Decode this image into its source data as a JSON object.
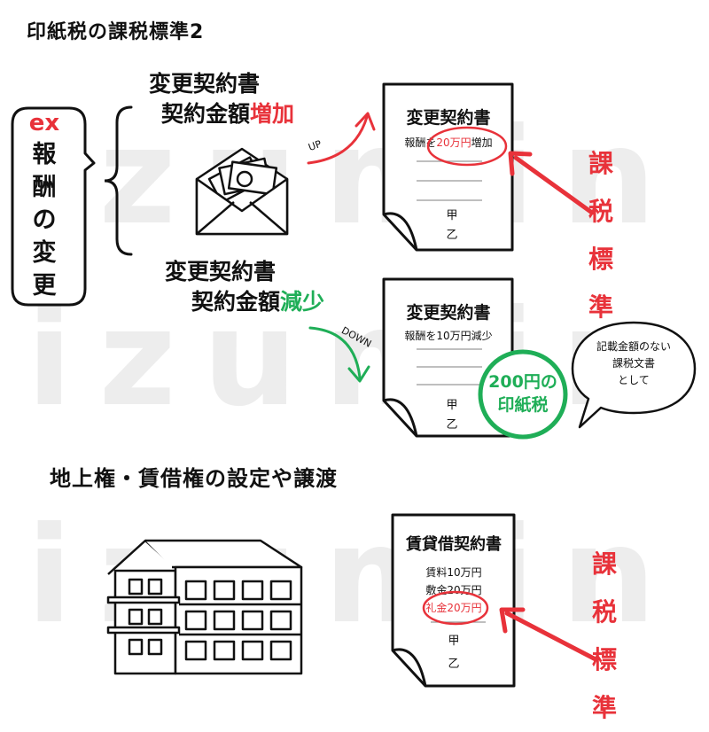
{
  "watermark": "izumin",
  "title": "印紙税の課税標準2",
  "ex_box": {
    "ex": "ex",
    "chars": [
      "報",
      "酬",
      "の",
      "変",
      "更"
    ]
  },
  "increase": {
    "line1": "変更契約書",
    "line2_prefix": "契約金額",
    "line2_em": "増加",
    "arrow_label": "UP"
  },
  "decrease": {
    "line1": "変更契約書",
    "line2_prefix": "契約金額",
    "line2_em": "減少",
    "arrow_label": "DOWN"
  },
  "doc1": {
    "title": "変更契約書",
    "line_prefix": "報酬を",
    "line_em": "20万円",
    "line_suffix": "増加",
    "party_a": "甲",
    "party_b": "乙"
  },
  "doc2": {
    "title": "変更契約書",
    "line": "報酬を10万円減少",
    "party_a": "甲",
    "party_b": "乙"
  },
  "stamp": {
    "line1": "200円の",
    "line2": "印紙税"
  },
  "bubble": {
    "line1": "記載金額のない",
    "line2": "課税文書",
    "line3": "として"
  },
  "tax_base_label_1": "課税標準",
  "section2_title": "地上権・賃借権の設定や譲渡",
  "doc3": {
    "title": "賃貸借契約書",
    "line1": "賃料10万円",
    "line2": "敷金20万円",
    "line3": "礼金20万円",
    "party_a": "甲",
    "party_b": "乙"
  },
  "tax_base_label_2": "課税標準",
  "colors": {
    "red": "#e8323a",
    "green": "#1fae57",
    "ink": "#111111",
    "watermark": "#ededed"
  }
}
